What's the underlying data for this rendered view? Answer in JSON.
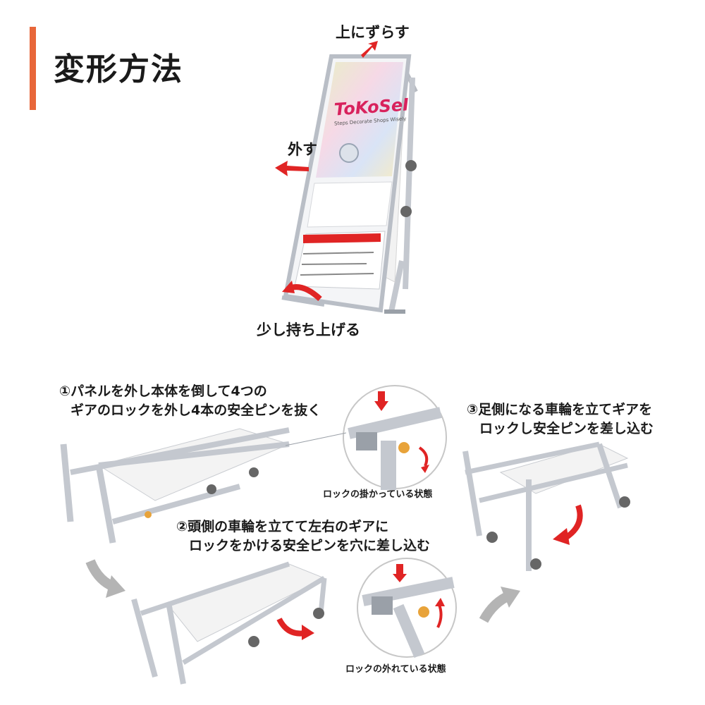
{
  "title": "変形方法",
  "labels": {
    "shift_up": "上にずらす",
    "remove": "外す",
    "lift": "少し持ち上げる"
  },
  "steps": {
    "step1": {
      "line1": "①パネルを外し本体を倒して4つの",
      "line2": "ギアのロックを外し4本の安全ピンを抜く"
    },
    "step2": {
      "line1": "②頭側の車輪を立てて左右のギアに",
      "line2": "ロックをかける安全ピンを穴に差し込む"
    },
    "step3": {
      "line1": "③足側になる車輪を立てギアを",
      "line2": "ロックし安全ピンを差し込む"
    }
  },
  "captions": {
    "locked": "ロックの掛かっている状態",
    "unlocked": "ロックの外れている状態"
  },
  "sign": {
    "logo": "ToKoSeI",
    "logo_sub": "Steps Decorate Shops Wisely"
  },
  "colors": {
    "accent": "#e8673a",
    "arrow_red": "#e02424",
    "arrow_gray": "#b4b4b4",
    "frame": "#c9ccd1"
  }
}
